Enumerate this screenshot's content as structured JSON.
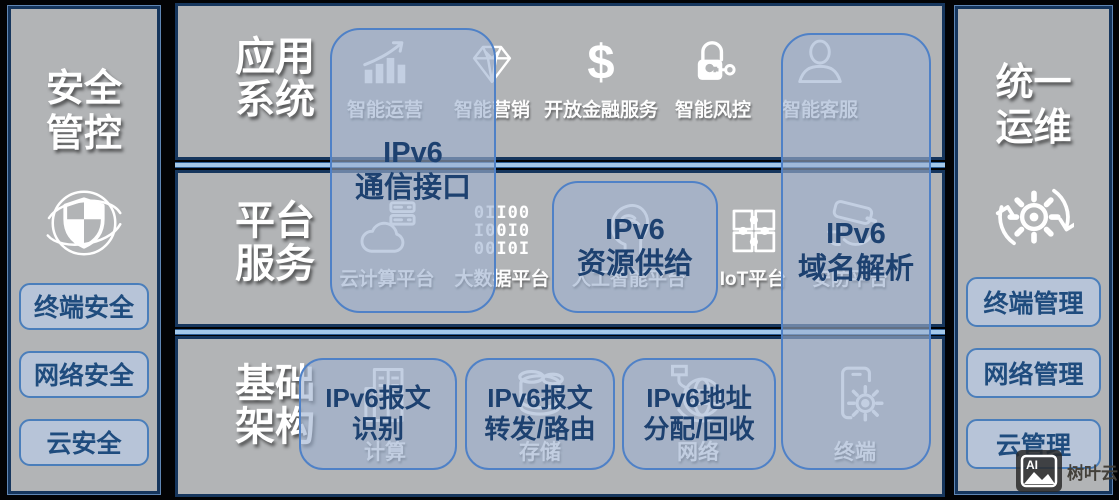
{
  "left_panel": {
    "title_lines": [
      "安全",
      "管控"
    ],
    "icon": "shield-orbit-icon",
    "buttons": [
      {
        "label": "终端安全"
      },
      {
        "label": "网络安全"
      },
      {
        "label": "云安全"
      }
    ]
  },
  "right_panel": {
    "title_lines": [
      "统一",
      "运维"
    ],
    "icon": "gear-sync-icon",
    "buttons": [
      {
        "label": "终端管理"
      },
      {
        "label": "网络管理"
      },
      {
        "label": "云管理"
      }
    ]
  },
  "layers": [
    {
      "title_lines": [
        "应用",
        "系统"
      ],
      "items": [
        {
          "icon": "bar-chart-icon",
          "label": "智能运营"
        },
        {
          "icon": "diamond-icon",
          "label": "智能营销"
        },
        {
          "icon": "dollar-icon",
          "label": "开放金融服务"
        },
        {
          "icon": "lock-key-icon",
          "label": "智能风控"
        },
        {
          "icon": "person-icon",
          "label": "智能客服"
        }
      ]
    },
    {
      "title_lines": [
        "平台",
        "服务"
      ],
      "items": [
        {
          "icon": "cloud-server-icon",
          "label": "云计算平台"
        },
        {
          "icon": "binary-icon",
          "label": "大数据平台"
        },
        {
          "icon": "ai-head-icon",
          "label": "人工智能平台"
        },
        {
          "icon": "puzzle-icon",
          "label": "IoT平台"
        },
        {
          "icon": "cctv-camera-icon",
          "label": "安防平台"
        }
      ]
    },
    {
      "title_lines": [
        "基础",
        "架构"
      ],
      "items": [
        {
          "icon": "building-icon",
          "label": "计算"
        },
        {
          "icon": "storage-icon",
          "label": "存储"
        },
        {
          "icon": "network-globe-icon",
          "label": "网络"
        },
        {
          "icon": "terminal-gear-icon",
          "label": "终端"
        }
      ]
    }
  ],
  "overlays": [
    {
      "lines": [
        "IPv6",
        "通信接口"
      ]
    },
    {
      "lines": [
        "IPv6",
        "资源供给"
      ]
    },
    {
      "lines": [
        "IPv6",
        "域名解析"
      ]
    },
    {
      "lines": [
        "IPv6报文",
        "识别"
      ]
    },
    {
      "lines": [
        "IPv6报文",
        "转发/路由"
      ]
    },
    {
      "lines": [
        "IPv6地址",
        "分配/回收"
      ]
    }
  ],
  "icons": {
    "dollar_glyph": "$",
    "binary_lines": [
      "0II00",
      "I00I0",
      "00I0I"
    ]
  },
  "watermark": {
    "logo_text": "AI",
    "brand": "树叶云"
  },
  "colors": {
    "band_fill": "#b2b4b6",
    "band_border": "#16365d",
    "overlay_fill": "rgba(158,178,208,0.62)",
    "overlay_border": "#4f81c7",
    "overlay_text": "#1d4170",
    "button_border": "#4a7ebb",
    "button_text": "#1f4c7e",
    "divider_line": "#a4c8e9"
  }
}
